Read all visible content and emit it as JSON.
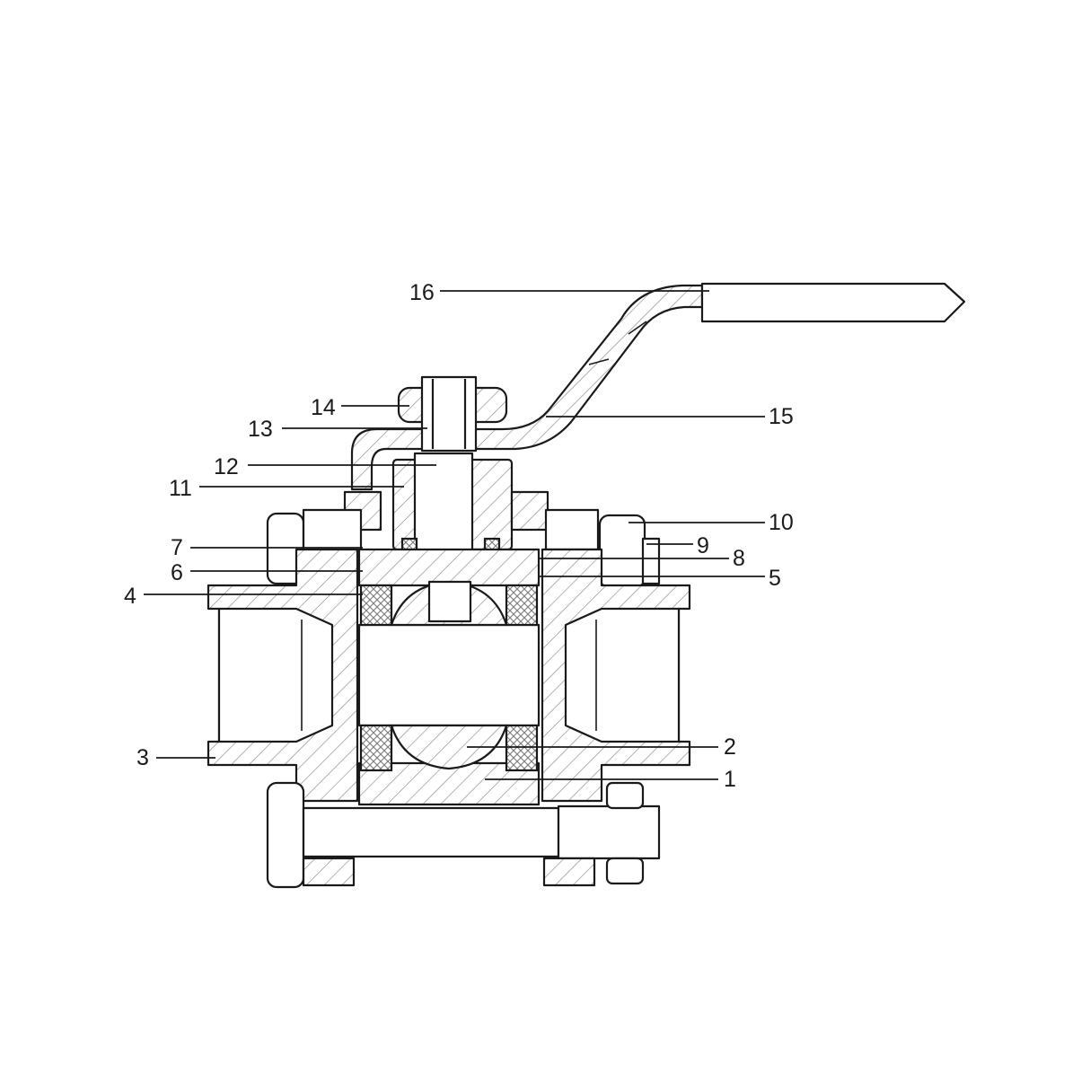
{
  "diagram": {
    "type": "ball-valve-cross-section",
    "labels": [
      {
        "id": "1",
        "text": "1"
      },
      {
        "id": "2",
        "text": "2"
      },
      {
        "id": "3",
        "text": "3"
      },
      {
        "id": "4",
        "text": "4"
      },
      {
        "id": "5",
        "text": "5"
      },
      {
        "id": "6",
        "text": "6"
      },
      {
        "id": "7",
        "text": "7"
      },
      {
        "id": "8",
        "text": "8"
      },
      {
        "id": "9",
        "text": "9"
      },
      {
        "id": "10",
        "text": "10"
      },
      {
        "id": "11",
        "text": "11"
      },
      {
        "id": "12",
        "text": "12"
      },
      {
        "id": "13",
        "text": "13"
      },
      {
        "id": "14",
        "text": "14"
      },
      {
        "id": "15",
        "text": "15"
      },
      {
        "id": "16",
        "text": "16"
      }
    ]
  }
}
